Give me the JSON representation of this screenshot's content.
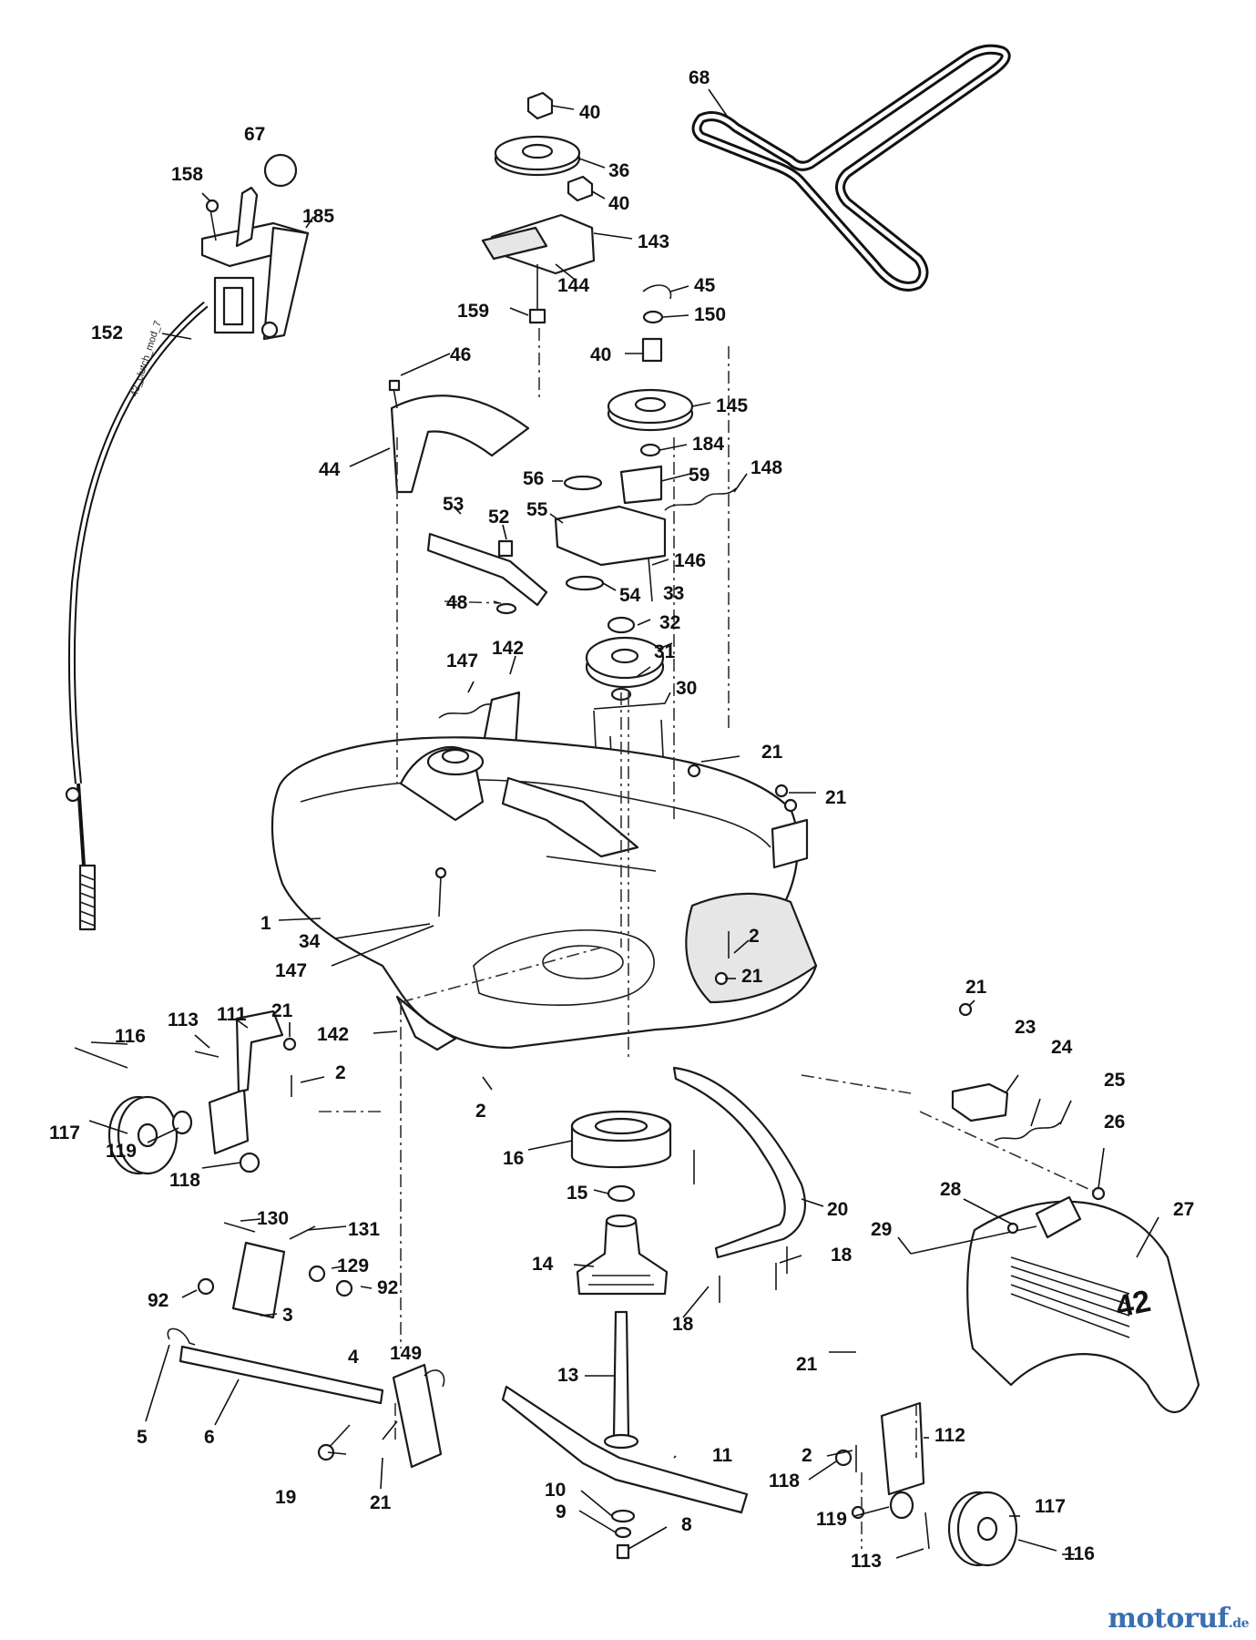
{
  "diagram": {
    "cable_text": "42_clutch_mod_7",
    "deck_size_marking": "42",
    "callouts": [
      {
        "id": "c68",
        "label": "68"
      },
      {
        "id": "c40a",
        "label": "40"
      },
      {
        "id": "c36",
        "label": "36"
      },
      {
        "id": "c40b",
        "label": "40"
      },
      {
        "id": "c143",
        "label": "143"
      },
      {
        "id": "c144",
        "label": "144"
      },
      {
        "id": "c159",
        "label": "159"
      },
      {
        "id": "c45",
        "label": "45"
      },
      {
        "id": "c150",
        "label": "150"
      },
      {
        "id": "c40c",
        "label": "40"
      },
      {
        "id": "c145",
        "label": "145"
      },
      {
        "id": "c184",
        "label": "184"
      },
      {
        "id": "c67",
        "label": "67"
      },
      {
        "id": "c158",
        "label": "158"
      },
      {
        "id": "c185",
        "label": "185"
      },
      {
        "id": "c152",
        "label": "152"
      },
      {
        "id": "c46",
        "label": "46"
      },
      {
        "id": "c44",
        "label": "44"
      },
      {
        "id": "c56",
        "label": "56"
      },
      {
        "id": "c59",
        "label": "59"
      },
      {
        "id": "c148",
        "label": "148"
      },
      {
        "id": "c55",
        "label": "55"
      },
      {
        "id": "c53",
        "label": "53"
      },
      {
        "id": "c52",
        "label": "52"
      },
      {
        "id": "c146",
        "label": "146"
      },
      {
        "id": "c48",
        "label": "48"
      },
      {
        "id": "c54",
        "label": "54"
      },
      {
        "id": "c33",
        "label": "33"
      },
      {
        "id": "c32",
        "label": "32"
      },
      {
        "id": "c31",
        "label": "31"
      },
      {
        "id": "c147a",
        "label": "147"
      },
      {
        "id": "c142a",
        "label": "142"
      },
      {
        "id": "c30",
        "label": "30"
      },
      {
        "id": "c21a",
        "label": "21"
      },
      {
        "id": "c21b",
        "label": "21"
      },
      {
        "id": "c1",
        "label": "1"
      },
      {
        "id": "c34",
        "label": "34"
      },
      {
        "id": "c147b",
        "label": "147"
      },
      {
        "id": "c2a",
        "label": "2"
      },
      {
        "id": "c21c",
        "label": "21"
      },
      {
        "id": "c21d",
        "label": "21"
      },
      {
        "id": "c23",
        "label": "23"
      },
      {
        "id": "c24",
        "label": "24"
      },
      {
        "id": "c25",
        "label": "25"
      },
      {
        "id": "c26",
        "label": "26"
      },
      {
        "id": "c116a",
        "label": "116"
      },
      {
        "id": "c113a",
        "label": "113"
      },
      {
        "id": "c111",
        "label": "111"
      },
      {
        "id": "c21e",
        "label": "21"
      },
      {
        "id": "c142b",
        "label": "142"
      },
      {
        "id": "c2b",
        "label": "2"
      },
      {
        "id": "c2c",
        "label": "2"
      },
      {
        "id": "c117a",
        "label": "117"
      },
      {
        "id": "c119a",
        "label": "119"
      },
      {
        "id": "c118a",
        "label": "118"
      },
      {
        "id": "c16",
        "label": "16"
      },
      {
        "id": "c15",
        "label": "15"
      },
      {
        "id": "c20",
        "label": "20"
      },
      {
        "id": "c28",
        "label": "28"
      },
      {
        "id": "c27",
        "label": "27"
      },
      {
        "id": "c29",
        "label": "29"
      },
      {
        "id": "c130",
        "label": "130"
      },
      {
        "id": "c131",
        "label": "131"
      },
      {
        "id": "c129",
        "label": "129"
      },
      {
        "id": "c92a",
        "label": "92"
      },
      {
        "id": "c92b",
        "label": "92"
      },
      {
        "id": "c3",
        "label": "3"
      },
      {
        "id": "c14",
        "label": "14"
      },
      {
        "id": "c18a",
        "label": "18"
      },
      {
        "id": "c18b",
        "label": "18"
      },
      {
        "id": "c5",
        "label": "5"
      },
      {
        "id": "c4",
        "label": "4"
      },
      {
        "id": "c149",
        "label": "149"
      },
      {
        "id": "c6",
        "label": "6"
      },
      {
        "id": "c13",
        "label": "13"
      },
      {
        "id": "c21f",
        "label": "21"
      },
      {
        "id": "c2d",
        "label": "2"
      },
      {
        "id": "c112",
        "label": "112"
      },
      {
        "id": "c11",
        "label": "11"
      },
      {
        "id": "c19",
        "label": "19"
      },
      {
        "id": "c21g",
        "label": "21"
      },
      {
        "id": "c10",
        "label": "10"
      },
      {
        "id": "c9",
        "label": "9"
      },
      {
        "id": "c8",
        "label": "8"
      },
      {
        "id": "c118b",
        "label": "118"
      },
      {
        "id": "c119b",
        "label": "119"
      },
      {
        "id": "c117b",
        "label": "117"
      },
      {
        "id": "c113b",
        "label": "113"
      },
      {
        "id": "c116b",
        "label": "116"
      }
    ]
  },
  "watermark": {
    "brand": "motoruf",
    "tld": ".de"
  }
}
